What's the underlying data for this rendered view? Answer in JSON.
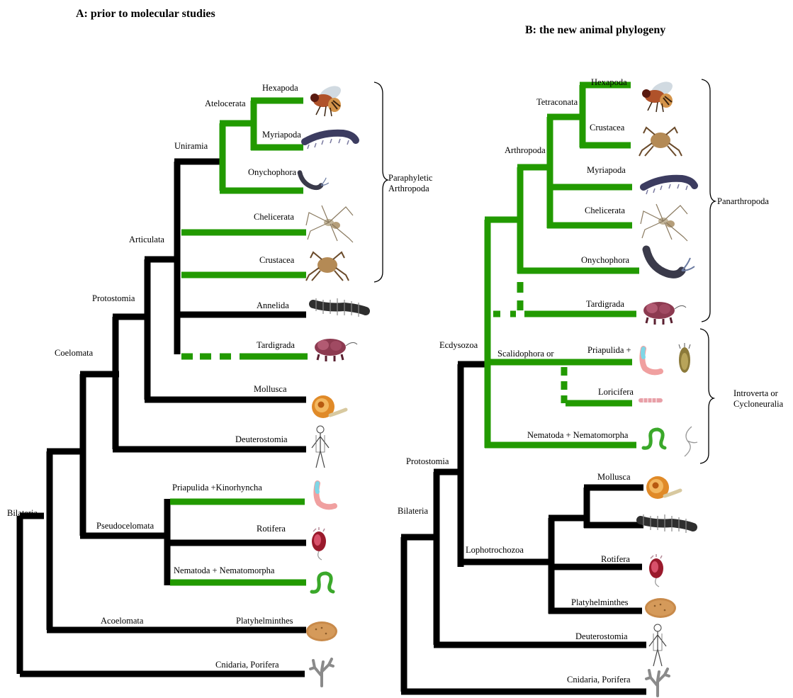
{
  "colors": {
    "molecular_green": "#229a00",
    "branch_black": "#000000"
  },
  "panel_a": {
    "title": "A: prior to molecular studies",
    "nodes": [
      "Atelocerata",
      "Uniramia",
      "Articulata",
      "Protostomia",
      "Coelomata",
      "Pseudocelomata",
      "Acoelomata",
      "Bilateria"
    ],
    "taxa": [
      "Hexapoda",
      "Myriapoda",
      "Onychophora",
      "Chelicerata",
      "Crustacea",
      "Annelida",
      "Tardigrada",
      "Mollusca",
      "Deuterostomia",
      "Priapulida +Kinorhyncha",
      "Rotifera",
      "Nematoda + Nematomorpha",
      "Platyhelminthes",
      "Cnidaria, Porifera"
    ],
    "bracket_label": [
      "Paraphyletic",
      "Arthropoda"
    ]
  },
  "panel_b": {
    "title": "B: the new animal phylogeny",
    "nodes": [
      "Tetraconata",
      "Arthropoda",
      "Ecdysozoa",
      "Scalidophora or",
      "Protostomia",
      "Bilateria",
      "Lophotrochozoa"
    ],
    "taxa": [
      "Hexapoda",
      "Crustacea",
      "Myriapoda",
      "Chelicerata",
      "Onychophora",
      "Tardigrada",
      "Priapulida +",
      "Loricifera",
      "Nematoda + Nematomorpha",
      "Mollusca",
      "Annelida",
      "Rotifera",
      "Platyhelminthes",
      "Deuterostomia",
      "Cnidaria, Porifera"
    ],
    "bracket_upper_label": "Panarthropoda",
    "bracket_lower_label": [
      "Introverta or",
      "Cycloneuralia"
    ]
  },
  "icons": [
    "fly-icon",
    "millipede-icon",
    "velvet-worm-icon",
    "spider-icon",
    "crab-icon",
    "polychaete-icon",
    "tardigrade-icon",
    "snail-icon",
    "human-icon",
    "priapulid-icon",
    "rotifer-icon",
    "nematode-icon",
    "flatworm-icon",
    "sponge-icon",
    "loricifera-icon",
    "kinorhynch-icon",
    "horsehair-worm-icon"
  ]
}
